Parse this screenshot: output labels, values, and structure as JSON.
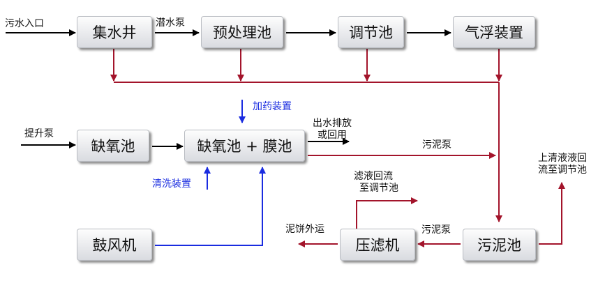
{
  "nodes": {
    "collection_well": "集水井",
    "pretreatment_tank": "预处理池",
    "regulating_tank": "调节池",
    "air_flotation": "气浮装置",
    "anoxic_tank": "缺氧池",
    "anoxic_membrane_tank": "缺氧池 + 膜池",
    "blower": "鼓风机",
    "filter_press": "压滤机",
    "sludge_tank": "污泥池"
  },
  "labels": {
    "wastewater_inlet": "污水入口",
    "submersible_pump": "潜水泵",
    "dosing_device": "加药装置",
    "lift_pump": "提升泵",
    "effluent_line1": "出水排放",
    "effluent_line2": "或回用",
    "sludge_pump_upper": "污泥泵",
    "supernatant_line1": "上清液液回",
    "supernatant_line2": "流至调节池",
    "cleaning_device": "清洗装置",
    "filtrate_line1": "滤液回流",
    "filtrate_line2": "至调节池",
    "cake_transport": "泥饼外运",
    "sludge_pump_lower": "污泥泵"
  },
  "colors": {
    "process_flow": "#000000",
    "sludge_flow": "#a3142b",
    "air_chemical_flow": "#1a2ce0"
  }
}
